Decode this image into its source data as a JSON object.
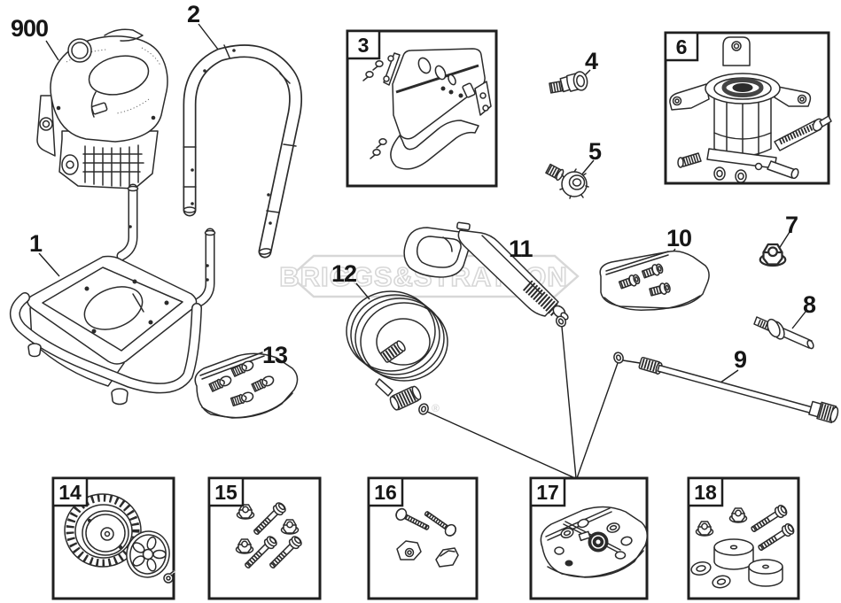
{
  "diagram": {
    "background_color": "#ffffff",
    "line_color": "#2b2b2b",
    "watermark": {
      "text": "BRIGGS&STRATTON",
      "registered_mark": "®",
      "color": "#d7d7d7"
    },
    "part_labels": {
      "p900": "900",
      "p1": "1",
      "p2": "2",
      "p3": "3",
      "p4": "4",
      "p5": "5",
      "p6": "6",
      "p7": "7",
      "p8": "8",
      "p9": "9",
      "p10": "10",
      "p11": "11",
      "p12": "12",
      "p13": "13",
      "p14": "14",
      "p15": "15",
      "p16": "16",
      "p17": "17",
      "p18": "18"
    }
  }
}
